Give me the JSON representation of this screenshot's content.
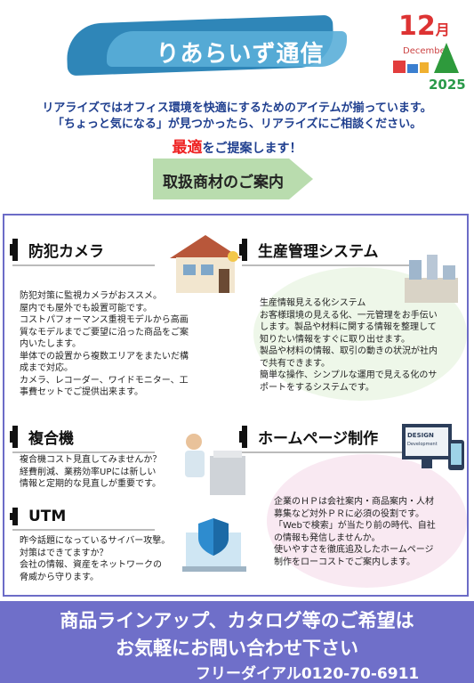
{
  "header": {
    "title": "りあらいず通信",
    "month_number": "12",
    "month_kanji": "月",
    "month_en": "December",
    "year": "2025"
  },
  "intro": {
    "line1": "リアライズではオフィス環境を快適にするためのアイテムが揃っています。",
    "line2": "「ちょっと気になる」が見つかったら、リアライズにご相談ください。",
    "line3_red": "最適",
    "line3_rest": "をご提案します！"
  },
  "section_banner": "取扱商材のご案内",
  "sections": {
    "camera": {
      "title": "防犯カメラ",
      "lines": [
        "防犯対策に監視カメラがおススメ。",
        "屋内でも屋外でも設置可能です。",
        "コストパフォーマンス重視モデルから高画",
        "質なモデルまでご要望に沿った商品をご案",
        "内いたします。",
        "単体での設置から複数エリアをまたいだ構",
        "成まで対応。",
        "カメラ、レコーダー、ワイドモニター、工",
        "事費セットでご提供出来ます。"
      ]
    },
    "production": {
      "title": "生産管理システム",
      "lines": [
        "生産情報見える化システム",
        "お客様環境の見える化、一元管理をお手伝い",
        "します。製品や材料に関する情報を整理して",
        "知りたい情報をすぐに取り出せます。",
        "製品や材料の情報、取引の動きの状況が社内",
        "で共有できます。",
        "簡単な操作、シンプルな運用で見える化のサ",
        "ポートをするシステムです。"
      ]
    },
    "copier": {
      "title": "複合機",
      "lines": [
        "複合機コスト見直してみませんか？",
        "経費削減、業務効率UPには新しい",
        "情報と定期的な見直しが重要です。"
      ]
    },
    "homepage": {
      "title": "ホームページ制作",
      "lines": [
        "企業のＨＰは会社案内・商品案内・人材",
        "募集など対外ＰＲに必須の役割です。",
        "「Webで検索」が当たり前の時代、自社",
        "の情報も発信しませんか。",
        "使いやすさを徹底追及したホームページ",
        "制作をローコストでご案内します。"
      ]
    },
    "utm": {
      "title": "UTM",
      "lines": [
        "昨今話題になっているサイバー攻撃。",
        "対策はできてますか？",
        "会社の情報、資産をネットワークの",
        "脅威から守ります。"
      ]
    }
  },
  "illustration_labels": {
    "design": "DESIGN",
    "development": "Development"
  },
  "footer": {
    "line1": "商品ラインアップ、カタログ等のご希望は",
    "line2": "お気軽にお問い合わせ下さい",
    "freedial": "フリーダイアル0120-70-6911"
  }
}
